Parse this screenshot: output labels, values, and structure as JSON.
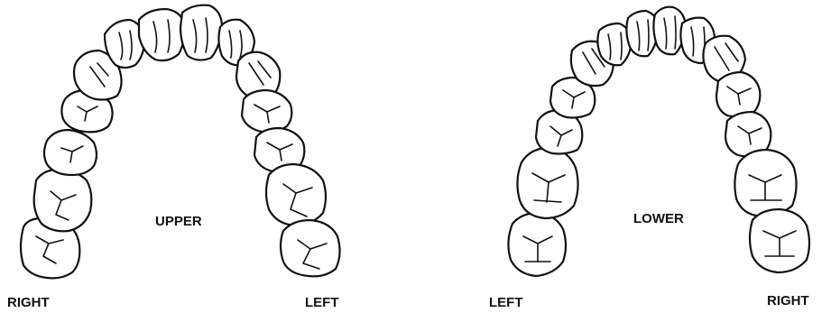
{
  "labels": {
    "upper": "UPPER",
    "lower": "LOWER",
    "upper_left_side": "RIGHT",
    "upper_right_side": "LEFT",
    "lower_left_side": "LEFT",
    "lower_right_side": "RIGHT"
  },
  "colors": {
    "line": "#111111",
    "background": "#ffffff"
  }
}
